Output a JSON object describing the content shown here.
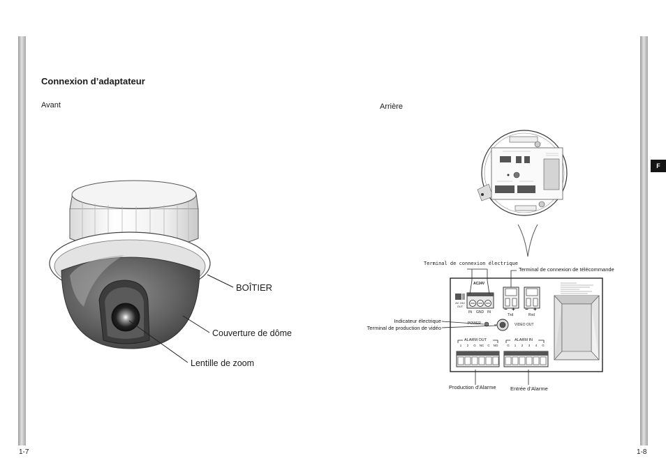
{
  "page": {
    "heading": "Connexion d’adaptateur",
    "front_label": "Avant",
    "rear_label": "Arrière",
    "page_left": "1-7",
    "page_right": "1-8",
    "lang_tab": "F"
  },
  "front_callouts": {
    "housing": "BOÎTIER",
    "dome_cover": "Couverture de dôme",
    "zoom_lens": "Lentille de zoom"
  },
  "rear_callouts": {
    "power_terminal": "Terminal de connexion électrique",
    "remote_terminal": "Terminal de connexion de télécommande",
    "power_indicator": "Indicateur électrique",
    "video_out_terminal": "Terminal de production de vidéo",
    "alarm_output": "Production d’Alarme",
    "alarm_input": "Entrée d’Alarme"
  },
  "panel": {
    "ac24v": "AC24V",
    "in1": "IN",
    "gnd": "GND",
    "in2": "IN",
    "txd": "Txd",
    "rxd": "Rxd",
    "minus1": "−",
    "plus1": "+",
    "minus2": "−",
    "plus2": "+",
    "power": "POWER",
    "video_out": "VIDEO OUT",
    "alarm_out": "ALARM OUT",
    "alarm_in": "ALARM IN",
    "ac24v_out": "AC 24V OUT",
    "alarm_out_pins": [
      "1",
      "2",
      "G",
      "NC",
      "C",
      "NO"
    ],
    "alarm_in_pins": [
      "G",
      "1",
      "2",
      "3",
      "4",
      "G"
    ]
  }
}
